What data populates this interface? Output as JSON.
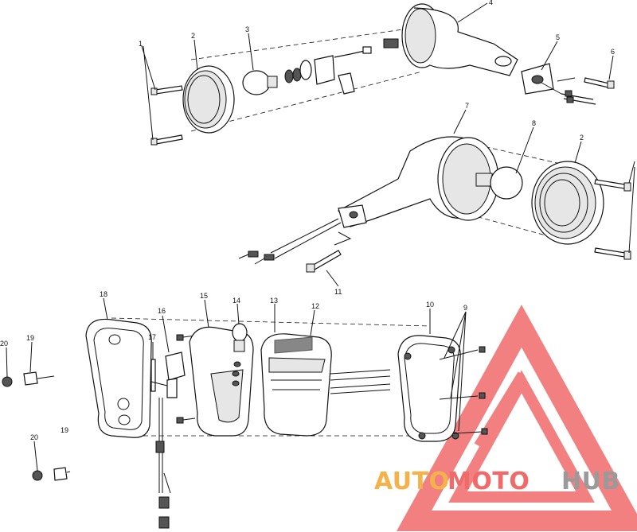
{
  "callouts": [
    {
      "id": "1a",
      "text": "1"
    },
    {
      "id": "2a",
      "text": "2"
    },
    {
      "id": "3",
      "text": "3"
    },
    {
      "id": "4",
      "text": "4"
    },
    {
      "id": "5",
      "text": "5"
    },
    {
      "id": "6",
      "text": "6"
    },
    {
      "id": "7",
      "text": "7"
    },
    {
      "id": "8",
      "text": "8"
    },
    {
      "id": "2b",
      "text": "2"
    },
    {
      "id": "11",
      "text": "11"
    },
    {
      "id": "18",
      "text": "18"
    },
    {
      "id": "15",
      "text": "15"
    },
    {
      "id": "14",
      "text": "14"
    },
    {
      "id": "13",
      "text": "13"
    },
    {
      "id": "12",
      "text": "12"
    },
    {
      "id": "10",
      "text": "10"
    },
    {
      "id": "9",
      "text": "9"
    },
    {
      "id": "16",
      "text": "16"
    },
    {
      "id": "17",
      "text": "17"
    },
    {
      "id": "20a",
      "text": "20"
    },
    {
      "id": "19a",
      "text": "19"
    },
    {
      "id": "20b",
      "text": "20"
    },
    {
      "id": "19b",
      "text": "19"
    }
  ],
  "watermark": {
    "part1": "AUTO",
    "part2": "MOTO",
    "part3": "HUB",
    "color_primary": "#f06a6a",
    "color_secondary": "#f5b24a",
    "color_tertiary": "#9a9a9a"
  }
}
